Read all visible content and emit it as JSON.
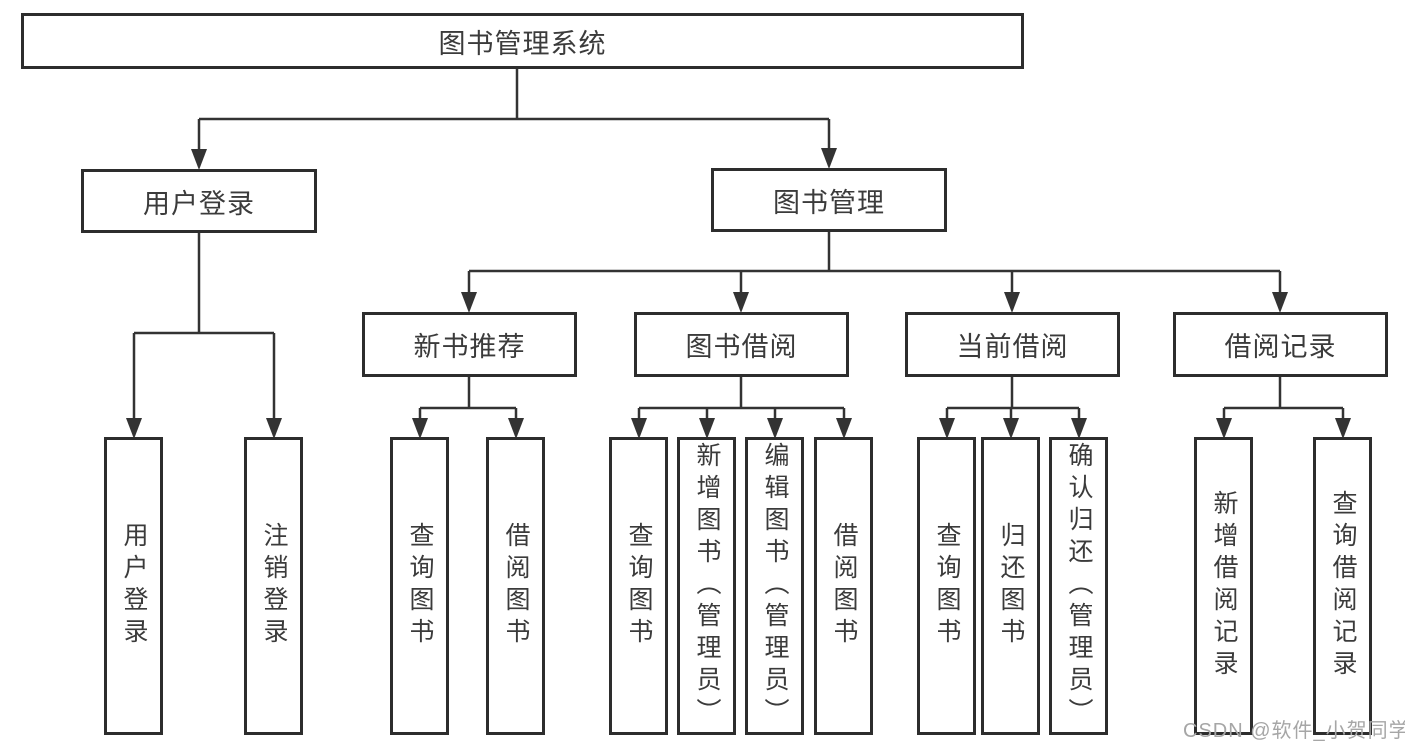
{
  "root_label": "图书管理系统",
  "level2": [
    {
      "label": "用户登录"
    },
    {
      "label": "图书管理"
    }
  ],
  "level3": [
    {
      "label": "新书推荐"
    },
    {
      "label": "图书借阅"
    },
    {
      "label": "当前借阅"
    },
    {
      "label": "借阅记录"
    }
  ],
  "leaves": [
    {
      "label": "用户登录"
    },
    {
      "label": "注销登录"
    },
    {
      "label": "查询图书"
    },
    {
      "label": "借阅图书"
    },
    {
      "label": "查询图书"
    },
    {
      "label": "新增图书（管理员）"
    },
    {
      "label": "编辑图书（管理员）"
    },
    {
      "label": "借阅图书"
    },
    {
      "label": "查询图书"
    },
    {
      "label": "归还图书"
    },
    {
      "label": "确认归还（管理员）"
    },
    {
      "label": "新增借阅记录"
    },
    {
      "label": "查询借阅记录"
    }
  ],
  "watermark": "CSDN @软件_小贺同学",
  "colors": {
    "line": "#333333",
    "border": "#2d2d2d",
    "text": "#3b3b3b",
    "watermark": "#a6a6a6",
    "background": "#ffffff"
  }
}
